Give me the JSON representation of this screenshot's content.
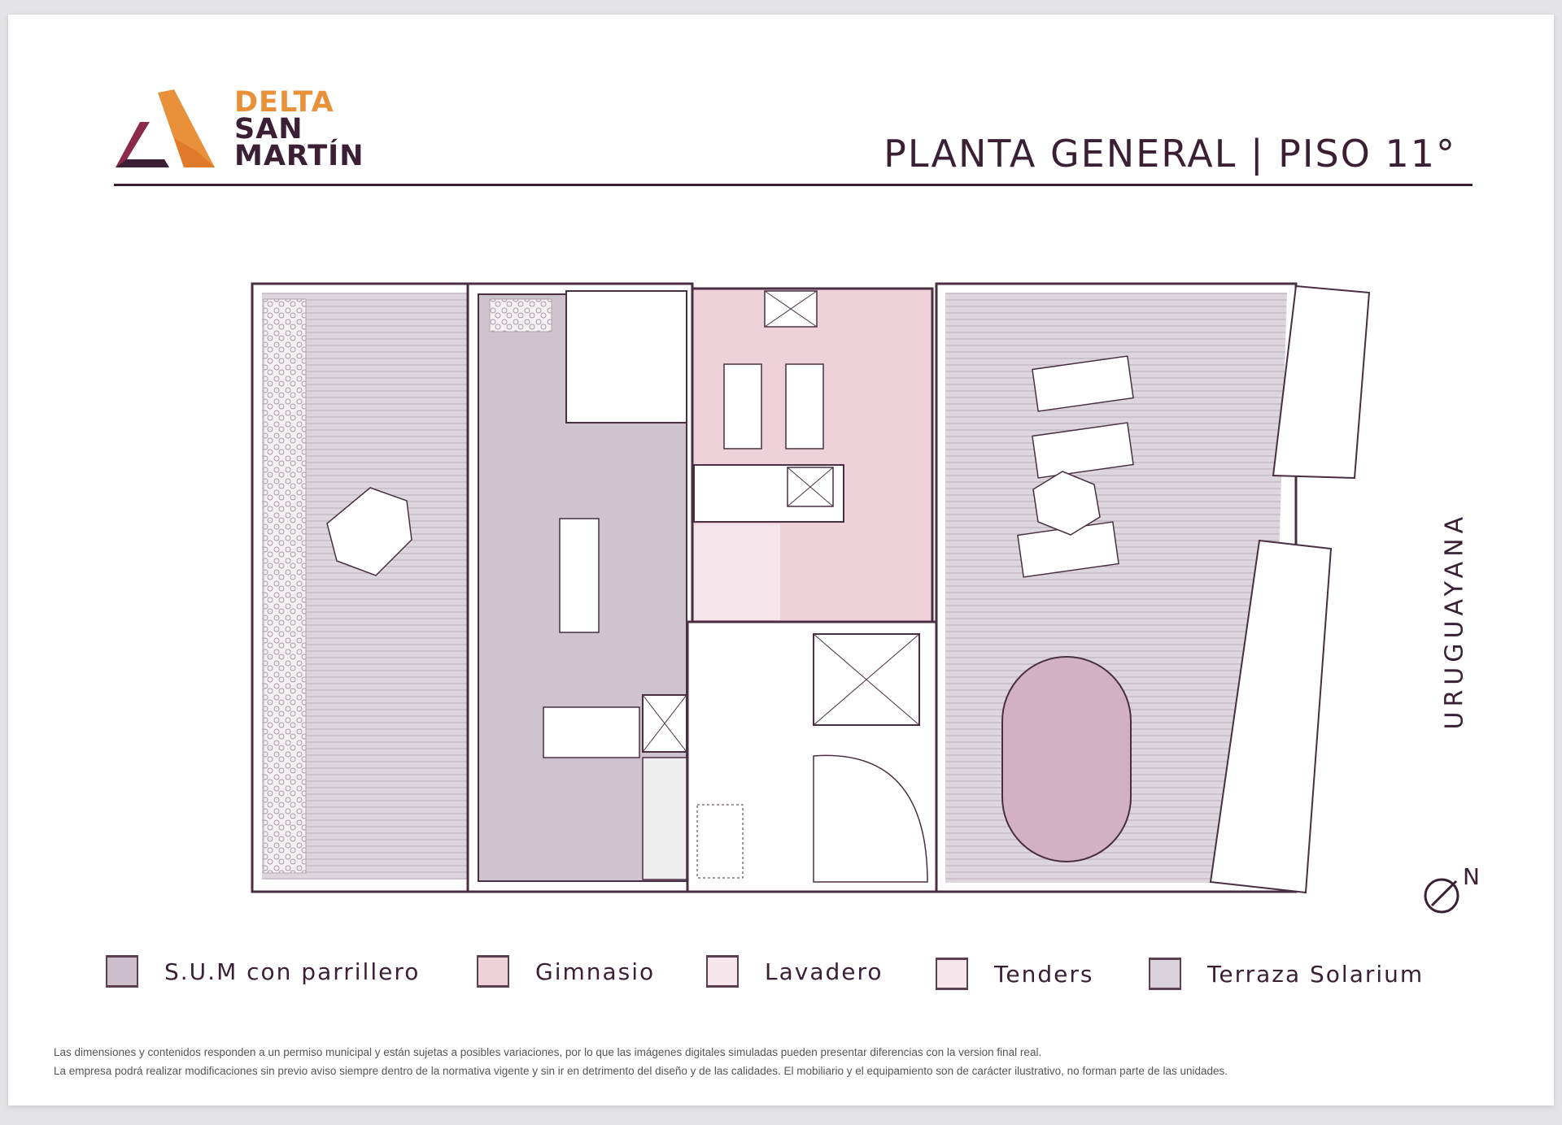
{
  "logo": {
    "line1": "DELTA",
    "line2": "SAN",
    "line3": "MARTÍN"
  },
  "title": "PLANTA GENERAL | PISO 11°",
  "street": "URUGUAYANA",
  "north": "N",
  "legend": [
    {
      "label": "S.U.M con parrillero",
      "color": "#cdc0cc"
    },
    {
      "label": "Gimnasio",
      "color": "#efd2d9"
    },
    {
      "label": "Lavadero",
      "color": "#f6e6ec"
    },
    {
      "label": "Tenders",
      "color": "#f6e6ec"
    },
    {
      "label": "Terraza Solarium",
      "color": "#d9d2da"
    }
  ],
  "disclaimer": [
    "Las dimensiones y contenidos responden a un permiso municipal y están sujetas a posibles variaciones, por lo que las imágenes digitales simuladas pueden presentar diferencias con la version final real.",
    "La empresa podrá realizar modificaciones sin previo aviso siempre dentro de la normativa vigente y sin ir en detrimento del diseño y de las calidades. El mobiliario y el equipamiento  son de carácter ilustrativo, no forman parte de las unidades."
  ]
}
